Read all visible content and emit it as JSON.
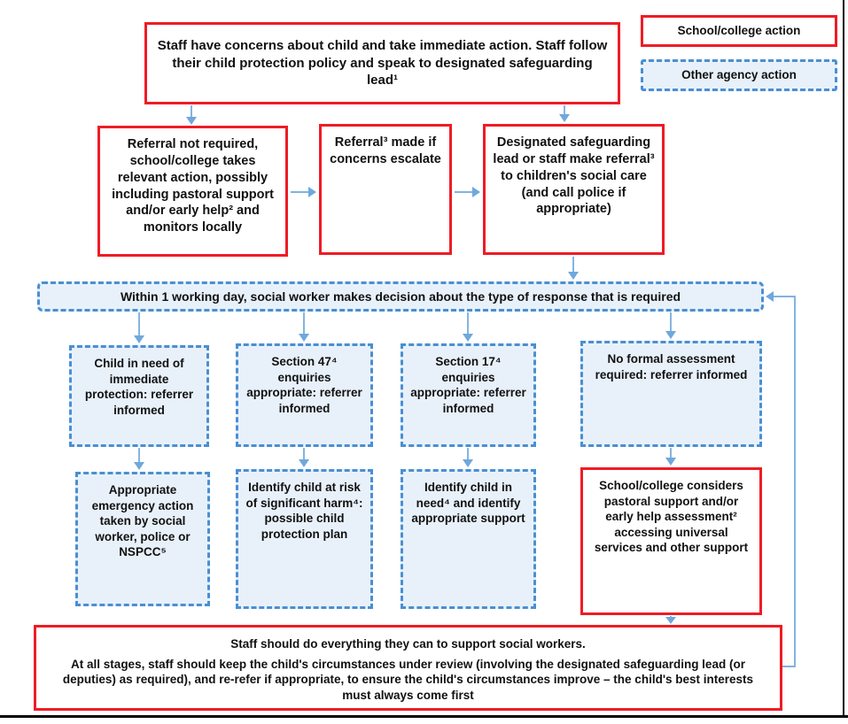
{
  "legend": {
    "school_action": "School/college action",
    "other_agency_action": "Other agency action"
  },
  "flow": {
    "concerns": "Staff have concerns about child and take immediate action. Staff follow their child protection policy and speak to designated safeguarding lead¹",
    "no_referral": "Referral not required, school/college takes relevant action, possibly including pastoral support and/or early help² and monitors locally",
    "referral_made": "Referral³ made if concerns escalate",
    "dsl_referral": "Designated safeguarding lead or staff make referral³ to children's social care (and call police if appropriate)",
    "decision_banner": "Within 1 working day, social worker makes decision about the type of response that is required",
    "immediate_protection": "Child in need of immediate protection: referrer informed",
    "section_47": "Section 47⁴ enquiries appropriate: referrer informed",
    "section_17": "Section 17⁴ enquiries appropriate: referrer informed",
    "no_assessment": "No formal assessment required: referrer informed",
    "emergency_action": "Appropriate emergency action taken by social worker, police or NSPCC⁵",
    "significant_harm": "Identify child at risk of significant harm⁴: possible child protection plan",
    "child_in_need": "Identify child in need⁴ and identify appropriate support",
    "pastoral_support": "School/college considers pastoral support and/or early help assessment² accessing universal services and other support",
    "support_heading": "Staff should do everything they can to support social workers.",
    "support_body": "At all stages, staff should keep the child's circumstances under review (involving the designated safeguarding lead (or deputies) as required), and re-refer if appropriate, to ensure the child's circumstances improve – the child's best interests must always come first"
  },
  "colors": {
    "red": "#ee1c25",
    "blue": "#4a8fd3",
    "fill": "#e8f1fa",
    "arrow": "#6fa8dc",
    "edge": "#000000"
  }
}
